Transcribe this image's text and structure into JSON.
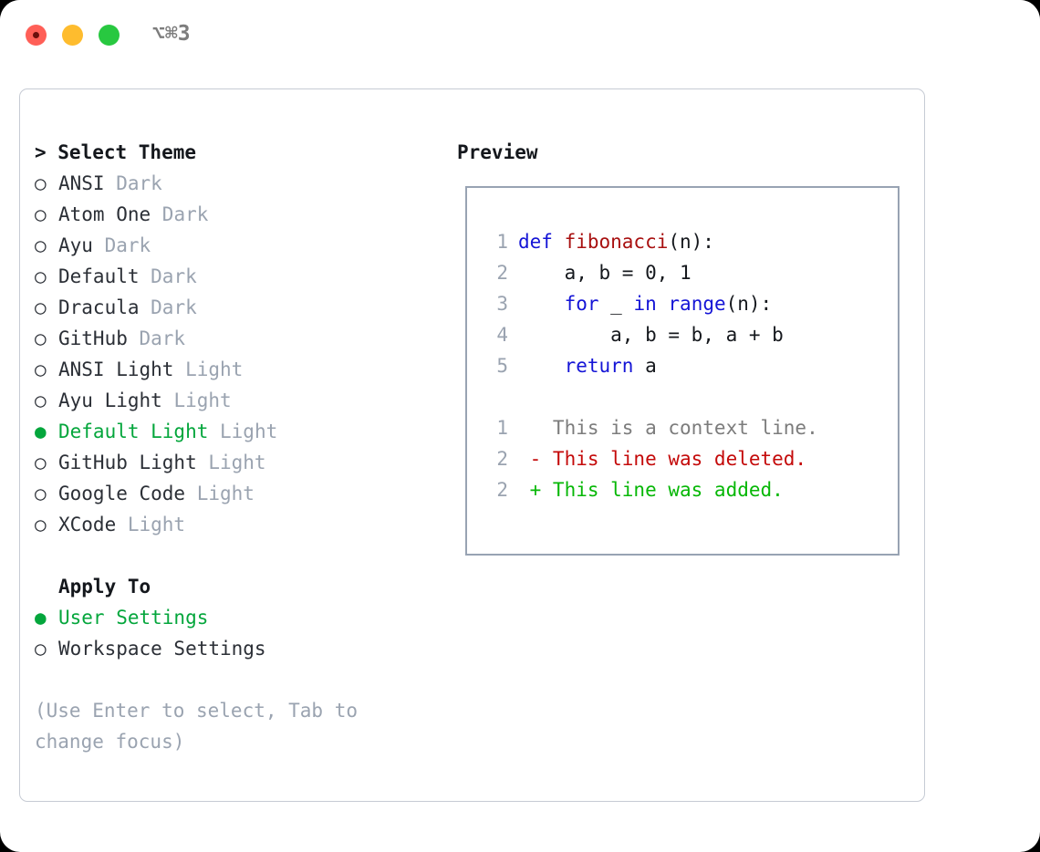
{
  "window": {
    "titlebar": {
      "shortcut": "⌥⌘3",
      "buttons": [
        {
          "name": "close",
          "color": "#ff5f57"
        },
        {
          "name": "minimize",
          "color": "#febc2e"
        },
        {
          "name": "maximize",
          "color": "#28c840"
        }
      ]
    }
  },
  "theme_picker": {
    "heading": "> Select Theme",
    "heading_prefix": "> ",
    "heading_label": "Select Theme",
    "marker_selected": "●",
    "marker_unselected": "○",
    "selected_color": "#04a63c",
    "muted_color": "#9aa3b0",
    "items": [
      {
        "marker": "○",
        "label": "ANSI",
        "suffix": "Dark",
        "selected": false
      },
      {
        "marker": "○",
        "label": "Atom One",
        "suffix": "Dark",
        "selected": false
      },
      {
        "marker": "○",
        "label": "Ayu",
        "suffix": "Dark",
        "selected": false
      },
      {
        "marker": "○",
        "label": "Default",
        "suffix": "Dark",
        "selected": false
      },
      {
        "marker": "○",
        "label": "Dracula",
        "suffix": "Dark",
        "selected": false
      },
      {
        "marker": "○",
        "label": "GitHub",
        "suffix": "Dark",
        "selected": false
      },
      {
        "marker": "○",
        "label": "ANSI Light",
        "suffix": "Light",
        "selected": false
      },
      {
        "marker": "○",
        "label": "Ayu Light",
        "suffix": "Light",
        "selected": false
      },
      {
        "marker": "●",
        "label": "Default Light",
        "suffix": "Light",
        "selected": true
      },
      {
        "marker": "○",
        "label": "GitHub Light",
        "suffix": "Light",
        "selected": false
      },
      {
        "marker": "○",
        "label": "Google Code",
        "suffix": "Light",
        "selected": false
      },
      {
        "marker": "○",
        "label": "XCode",
        "suffix": "Light",
        "selected": false
      }
    ]
  },
  "apply_to": {
    "heading": "Apply To",
    "items": [
      {
        "marker": "●",
        "label": "User Settings",
        "selected": true
      },
      {
        "marker": "○",
        "label": "Workspace Settings",
        "selected": false
      }
    ]
  },
  "help": {
    "text": "(Use Enter to select, Tab to change focus)"
  },
  "preview": {
    "title": "Preview",
    "code_lines": [
      {
        "lineno": "1",
        "tokens": [
          {
            "t": "def ",
            "c": "kw"
          },
          {
            "t": "fibonacci",
            "c": "fn"
          },
          {
            "t": "(n):",
            "c": "plain"
          }
        ]
      },
      {
        "lineno": "2",
        "tokens": [
          {
            "t": "    a, b = 0, 1",
            "c": "plain"
          }
        ]
      },
      {
        "lineno": "3",
        "tokens": [
          {
            "t": "    ",
            "c": "plain"
          },
          {
            "t": "for",
            "c": "kw"
          },
          {
            "t": " _ ",
            "c": "plain"
          },
          {
            "t": "in",
            "c": "kw"
          },
          {
            "t": " ",
            "c": "plain"
          },
          {
            "t": "range",
            "c": "kw"
          },
          {
            "t": "(n):",
            "c": "plain"
          }
        ]
      },
      {
        "lineno": "4",
        "tokens": [
          {
            "t": "        a, b = b, a + b",
            "c": "plain"
          }
        ]
      },
      {
        "lineno": "5",
        "tokens": [
          {
            "t": "    ",
            "c": "plain"
          },
          {
            "t": "return",
            "c": "kw"
          },
          {
            "t": " a",
            "c": "plain"
          }
        ]
      }
    ],
    "diff_lines": [
      {
        "lineno": "1",
        "tokens": [
          {
            "t": "   This is a context line.",
            "c": "ctx"
          }
        ]
      },
      {
        "lineno": "2",
        "tokens": [
          {
            "t": " - This line was deleted.",
            "c": "del"
          }
        ]
      },
      {
        "lineno": "2",
        "tokens": [
          {
            "t": " + This line was added.",
            "c": "add"
          }
        ]
      }
    ]
  }
}
